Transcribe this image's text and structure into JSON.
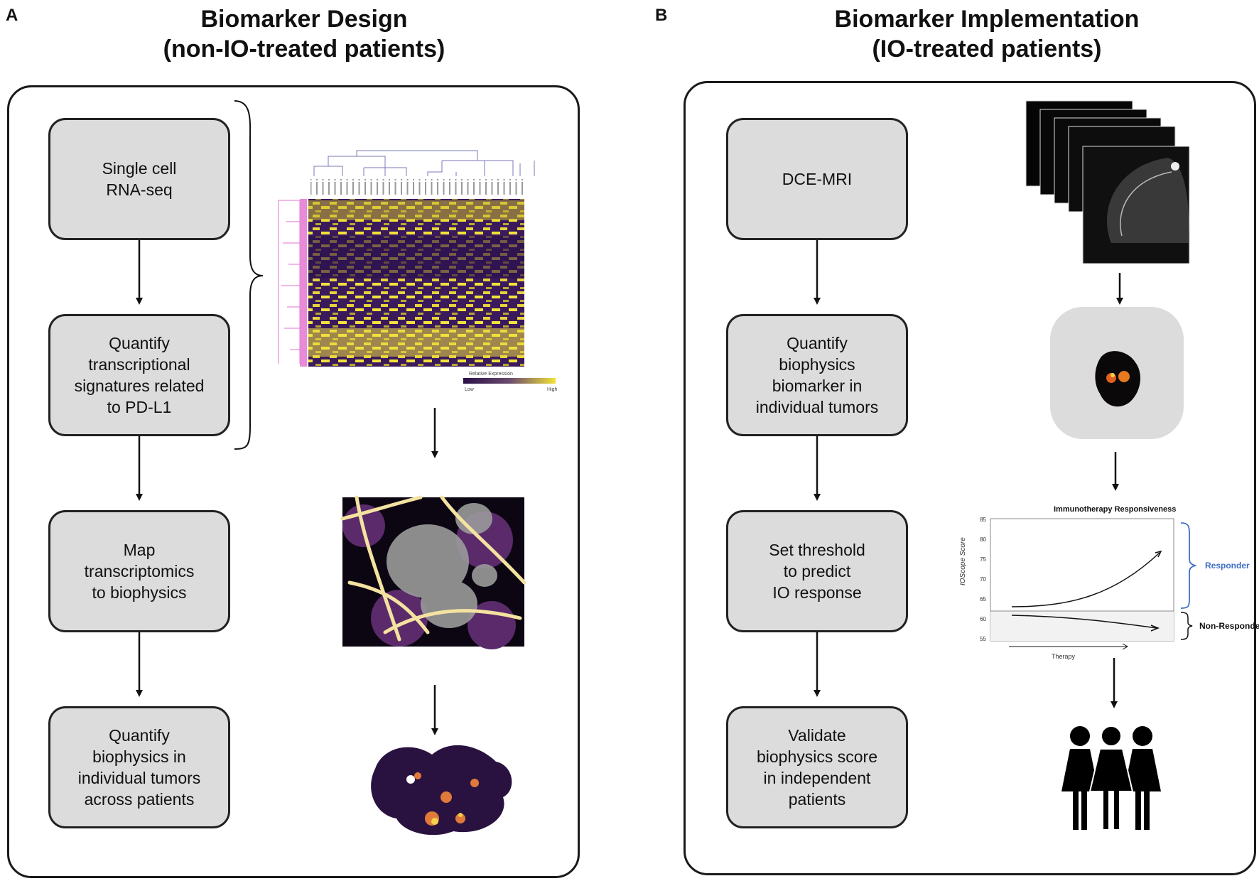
{
  "panel_a": {
    "letter": "A",
    "title": "Biomarker Design\n(non-IO-treated patients)",
    "steps": [
      "Single cell\nRNA-seq",
      "Quantify\ntranscriptional\nsignatures related\nto PD-L1",
      "Map\ntranscriptomics\nto biophysics",
      "Quantify\nbiophysics in\nindividual tumors\nacross patients"
    ],
    "heatmap": {
      "legend_title": "Relative Expression",
      "legend_low": "Low",
      "legend_high": "High"
    }
  },
  "panel_b": {
    "letter": "B",
    "title": "Biomarker Implementation\n(IO-treated patients)",
    "steps": [
      "DCE-MRI",
      "Quantify\nbiophysics\nbiomarker in\nindividual tumors",
      "Set threshold\nto predict\nIO response",
      "Validate\nbiophysics score\nin independent\npatients"
    ],
    "chart": {
      "title": "Immunotherapy Responsiveness",
      "ylabel": "IOScope Score",
      "xlabel": "Therapy",
      "yticks": [
        "85",
        "80",
        "75",
        "70",
        "65",
        "60",
        "55"
      ],
      "responder_label": "Responder",
      "nonresponder_label": "Non-Responder"
    }
  },
  "colors": {
    "step_fill": "#dcdcdc",
    "responder_blue": "#3f6fc4",
    "heatmap_yellow": "#f2e23a",
    "heatmap_purple": "#3b1a5c",
    "dendro_pink": "#e36fd0"
  }
}
